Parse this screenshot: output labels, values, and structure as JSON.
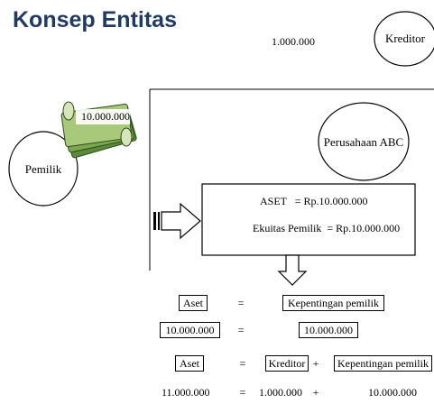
{
  "title": "Konsep Entitas",
  "entities": {
    "kreditor": "Kreditor",
    "pemilik": "Pemilik",
    "perusahaan": "Perusahaan ABC"
  },
  "flows": {
    "creditor_amount": "1.000.000",
    "owner_money": "10.000.000"
  },
  "statement": {
    "aset_line": "ASET   = Rp.10.000.000",
    "ekuitas_line": "Ekuitas Pemilik  = Rp.10.000.000"
  },
  "equation": {
    "row1": {
      "left": "Aset",
      "op": "=",
      "right": "Kepentingan pemilik"
    },
    "row2": {
      "left": "10.000.000",
      "op": "=",
      "right": "10.000.000"
    },
    "row3": {
      "left": "Aset",
      "op": "=",
      "mid": "Kreditor",
      "plus": "+",
      "right": "Kepentingan pemilik"
    },
    "row4": {
      "left": "11.000.000",
      "op": "=",
      "mid": "1.000.000",
      "plus": "+",
      "right": "10.000.000"
    }
  }
}
